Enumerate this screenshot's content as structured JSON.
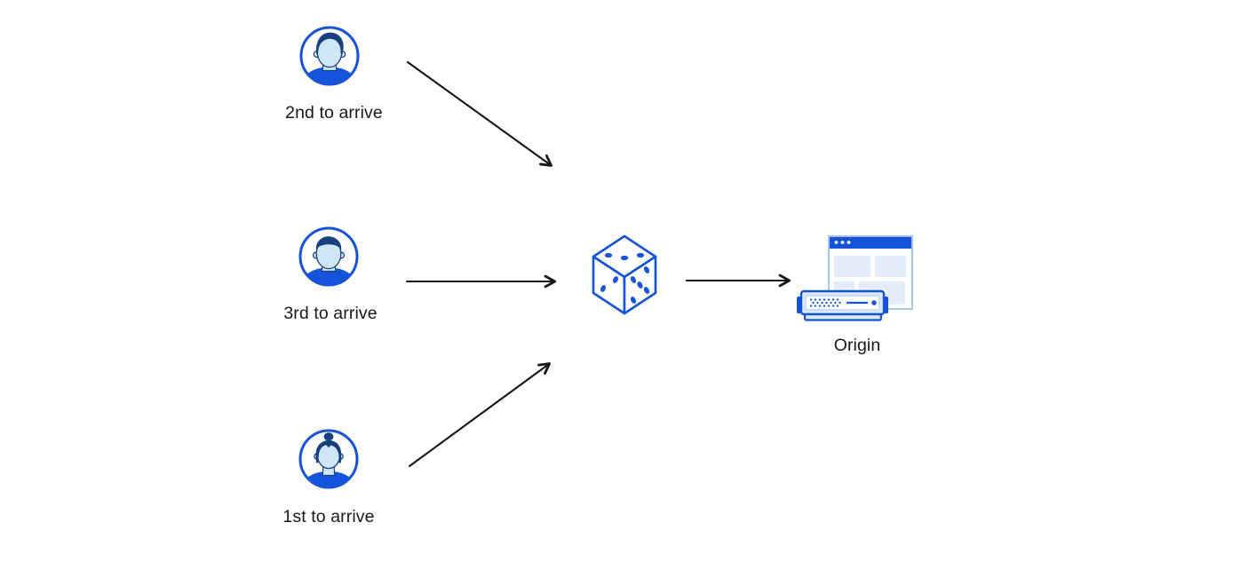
{
  "diagram": {
    "nodes": [
      {
        "id": "visitor-2nd",
        "icon": "male-avatar-quiff-icon",
        "label": "2nd to arrive"
      },
      {
        "id": "visitor-3rd",
        "icon": "male-avatar-short-hair-icon",
        "label": "3rd to arrive"
      },
      {
        "id": "visitor-1st",
        "icon": "female-avatar-bun-icon",
        "label": "1st to arrive"
      },
      {
        "id": "randomizer",
        "icon": "dice-icon",
        "label": ""
      },
      {
        "id": "origin",
        "icon": "origin-server-icon",
        "label": "Origin"
      }
    ],
    "edges": [
      {
        "from": "visitor-2nd",
        "to": "randomizer",
        "style": "black-arrow"
      },
      {
        "from": "visitor-3rd",
        "to": "randomizer",
        "style": "black-arrow"
      },
      {
        "from": "visitor-1st",
        "to": "randomizer",
        "style": "black-arrow"
      },
      {
        "from": "randomizer",
        "to": "origin",
        "style": "black-arrow"
      }
    ],
    "colors": {
      "primary_blue": "#1553db",
      "dark_navy": "#17407f",
      "face_light_blue": "#cfe7f6",
      "pale_blue_fill": "#e3eefa",
      "server_fill": "#dbe9fa",
      "window_border": "#a9c6ee",
      "arrow_black": "#161616",
      "label_text": "#17181c",
      "background": "#ffffff"
    }
  }
}
